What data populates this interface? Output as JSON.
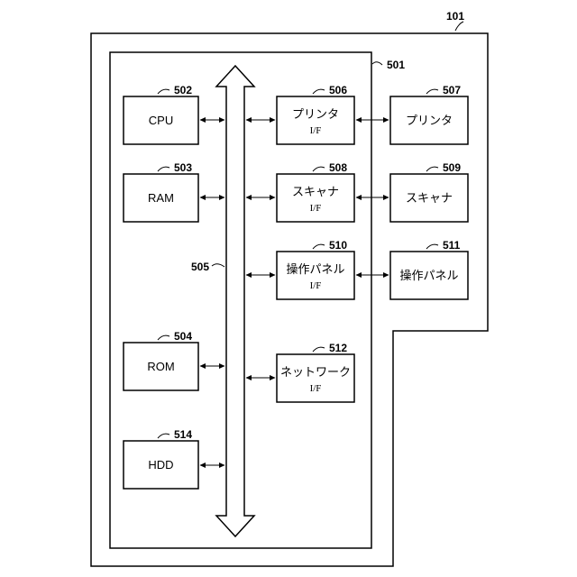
{
  "device": {
    "ref": "101"
  },
  "controller": {
    "ref": "501"
  },
  "bus": {
    "ref": "505"
  },
  "blocks": {
    "cpu": {
      "ref": "502",
      "label": "CPU"
    },
    "ram": {
      "ref": "503",
      "label": "RAM"
    },
    "rom": {
      "ref": "504",
      "label": "ROM"
    },
    "hdd": {
      "ref": "514",
      "label": "HDD"
    },
    "printer_if": {
      "ref": "506",
      "label": "プリンタ",
      "sub": "I/F"
    },
    "scanner_if": {
      "ref": "508",
      "label": "スキャナ",
      "sub": "I/F"
    },
    "panel_if": {
      "ref": "510",
      "label": "操作パネル",
      "sub": "I/F"
    },
    "network_if": {
      "ref": "512",
      "label": "ネットワーク",
      "sub": "I/F"
    },
    "printer": {
      "ref": "507",
      "label": "プリンタ"
    },
    "scanner": {
      "ref": "509",
      "label": "スキャナ"
    },
    "panel": {
      "ref": "511",
      "label": "操作パネル"
    }
  }
}
